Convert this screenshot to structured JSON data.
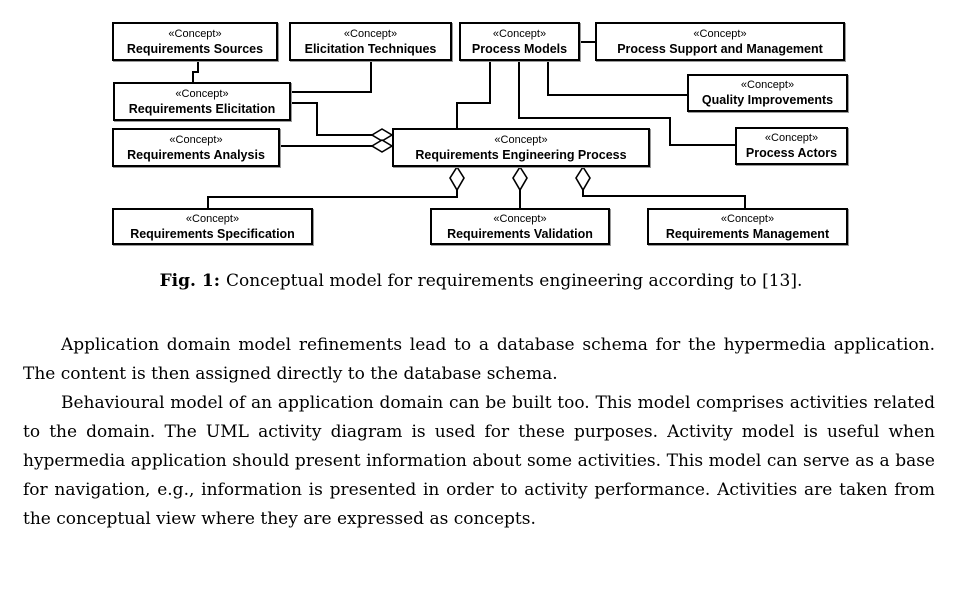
{
  "diagram": {
    "boxes": [
      {
        "stereotype": "«Concept»",
        "name": "Requirements Sources"
      },
      {
        "stereotype": "«Concept»",
        "name": "Elicitation Techniques"
      },
      {
        "stereotype": "«Concept»",
        "name": "Process Models"
      },
      {
        "stereotype": "«Concept»",
        "name": "Process Support and Management"
      },
      {
        "stereotype": "«Concept»",
        "name": "Quality Improvements"
      },
      {
        "stereotype": "«Concept»",
        "name": "Requirements Elicitation"
      },
      {
        "stereotype": "«Concept»",
        "name": "Requirements Analysis"
      },
      {
        "stereotype": "«Concept»",
        "name": "Requirements Engineering Process"
      },
      {
        "stereotype": "«Concept»",
        "name": "Process Actors"
      },
      {
        "stereotype": "«Concept»",
        "name": "Requirements Specification"
      },
      {
        "stereotype": "«Concept»",
        "name": "Requirements Validation"
      },
      {
        "stereotype": "«Concept»",
        "name": "Requirements Management"
      }
    ]
  },
  "caption": {
    "label": "Fig. 1:",
    "text": "Conceptual model for requirements engineering according to [13]."
  },
  "paragraphs": [
    "Application domain model refinements lead to a database schema for the hypermedia application. The content is then assigned directly to the database schema.",
    "Behavioural model of an application domain can be built too. This model comprises activities related to the domain. The UML activity diagram is used for these purposes. Activity model is useful when hypermedia application should present information about some activities. This model can serve as a base for navigation, e.g., information is presented in order to activity performance. Activities are taken from the conceptual view where they are expressed as concepts."
  ]
}
